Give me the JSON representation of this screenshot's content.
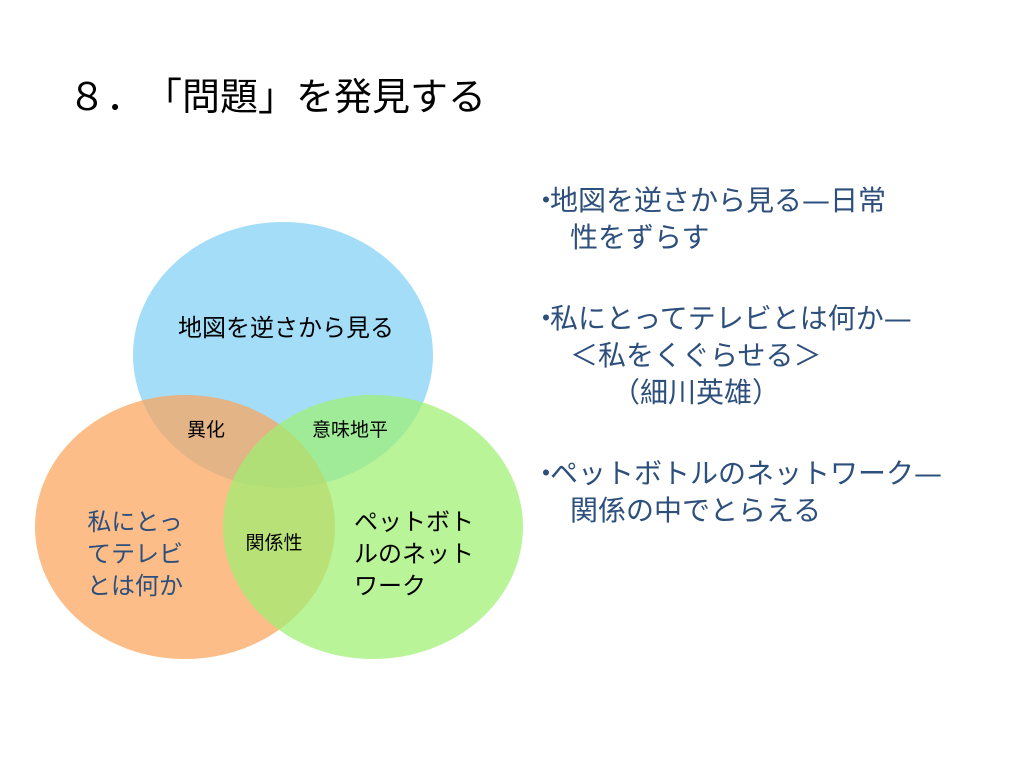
{
  "slide": {
    "title": "８．　「問題」を発見する"
  },
  "diagram": {
    "colors": {
      "top": "#7fd0f5",
      "left": "#fba45a",
      "right": "#9ef071"
    },
    "circles": {
      "top": "地図を逆さから見る",
      "left": [
        "私にとっ",
        "てテレビ",
        "とは何か"
      ],
      "right": [
        "ペットボト",
        "ルのネット",
        "ワーク"
      ]
    },
    "overlaps": {
      "top_left": "異化",
      "top_right": "意味地平",
      "left_right": "関係性"
    }
  },
  "bullets": [
    {
      "mark": "・",
      "lines": [
        "地図を逆さから見る—日常",
        "性をずらす"
      ]
    },
    {
      "mark": "・",
      "lines": [
        "私にとってテレビとは何か—",
        "＜私をくぐらせる＞",
        "（細川英雄）"
      ]
    },
    {
      "mark": "・",
      "lines": [
        "ペットボトルのネットワーク—",
        "関係の中でとらえる"
      ]
    }
  ]
}
